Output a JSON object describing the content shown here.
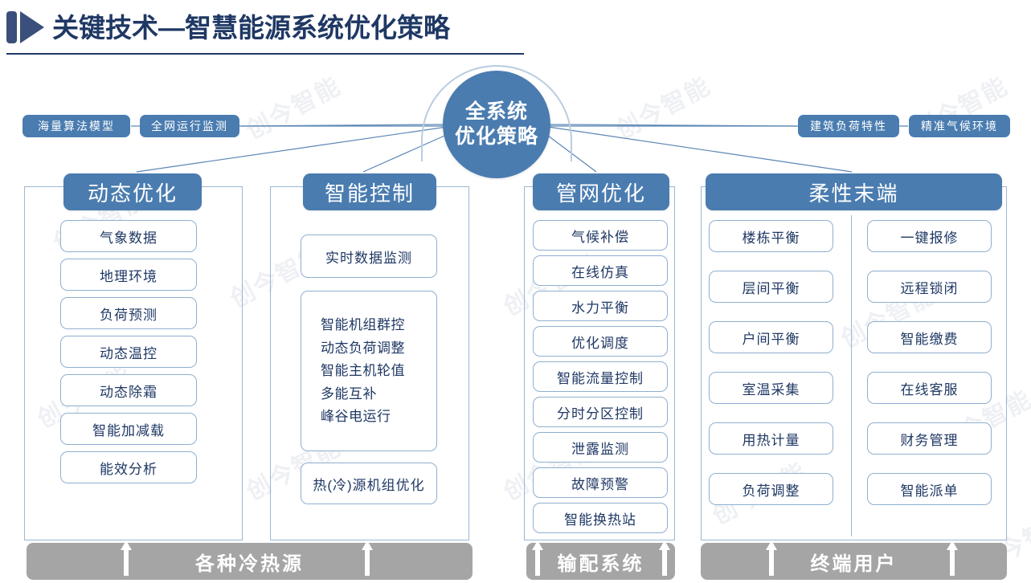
{
  "title": {
    "text": "关键技术—智慧能源系统优化策略",
    "icon": "play-bar-icon"
  },
  "hub": {
    "line1": "全系统",
    "line2": "优化策略",
    "color": "#4a7cb0"
  },
  "tags": [
    {
      "label": "海量算法模型"
    },
    {
      "label": "全网运行监测"
    },
    {
      "label": "建筑负荷特性"
    },
    {
      "label": "精准气候环境"
    }
  ],
  "columns": [
    {
      "header": "动态优化",
      "items": [
        "气象数据",
        "地理环境",
        "负荷预测",
        "动态温控",
        "动态除霜",
        "智能加减载",
        "能效分析"
      ]
    },
    {
      "header": "智能控制",
      "single": "实时数据监测",
      "multi": [
        "智能机组群控",
        "动态负荷调整",
        "智能主机轮值",
        "多能互补",
        "峰谷电运行"
      ],
      "last": "热(冷)源机组优化"
    },
    {
      "header": "管网优化",
      "items": [
        "气候补偿",
        "在线仿真",
        "水力平衡",
        "优化调度",
        "智能流量控制",
        "分时分区控制",
        "泄露监测",
        "故障预警",
        "智能换热站"
      ]
    },
    {
      "header": "柔性末端",
      "left_items": [
        "楼栋平衡",
        "层间平衡",
        "户间平衡",
        "室温采集",
        "用热计量",
        "负荷调整"
      ],
      "right_items": [
        "一键报修",
        "远程锁闭",
        "智能缴费",
        "在线客服",
        "财务管理",
        "智能派单"
      ]
    }
  ],
  "bottom_bars": [
    {
      "label": "各种冷热源"
    },
    {
      "label": "输配系统"
    },
    {
      "label": "终端用户"
    }
  ],
  "watermark": "创今智能",
  "colors": {
    "brand_blue": "#4a7cb0",
    "title_navy": "#1f3864",
    "box_border": "#8fafd0",
    "bar_gray": "#a5a5a5"
  }
}
